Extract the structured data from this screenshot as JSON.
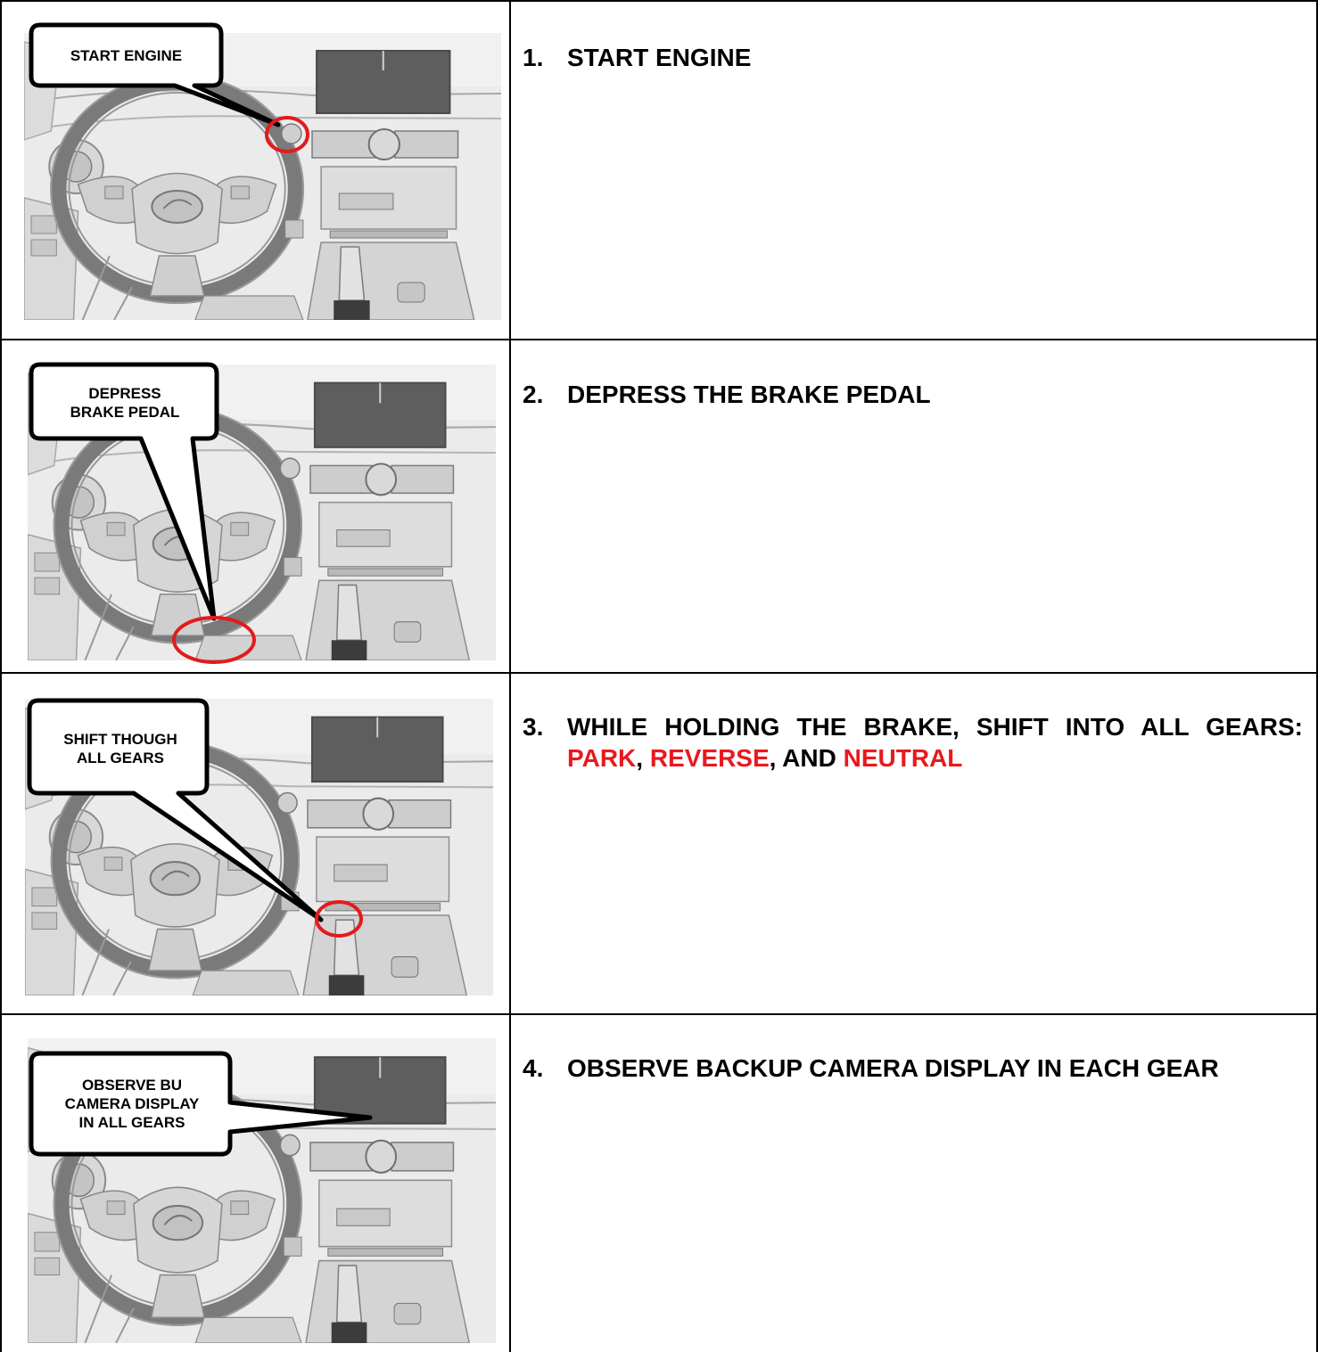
{
  "rows": [
    {
      "callout": "START ENGINE",
      "number": "1.",
      "instruction": "START ENGINE"
    },
    {
      "callout": "DEPRESS BRAKE PEDAL",
      "number": "2.",
      "instruction": "DEPRESS THE BRAKE PEDAL"
    },
    {
      "callout": "SHIFT THOUGH ALL GEARS",
      "number": "3.",
      "instruction_parts": [
        "WHILE HOLDING THE BRAKE, SHIFT INTO ALL GEARS: ",
        "PARK",
        ", ",
        "REVERSE",
        ", AND ",
        "NEUTRAL"
      ]
    },
    {
      "callout": "OBSERVE BU CAMERA DISPLAY IN ALL GEARS",
      "number": "4.",
      "instruction": "OBSERVE BACKUP CAMERA DISPLAY IN EACH GEAR"
    }
  ],
  "colors": {
    "highlight_red": "#e8191e",
    "circle_red": "#e21b1b",
    "text": "#000000",
    "photo_bg": "#e9e9e9"
  }
}
